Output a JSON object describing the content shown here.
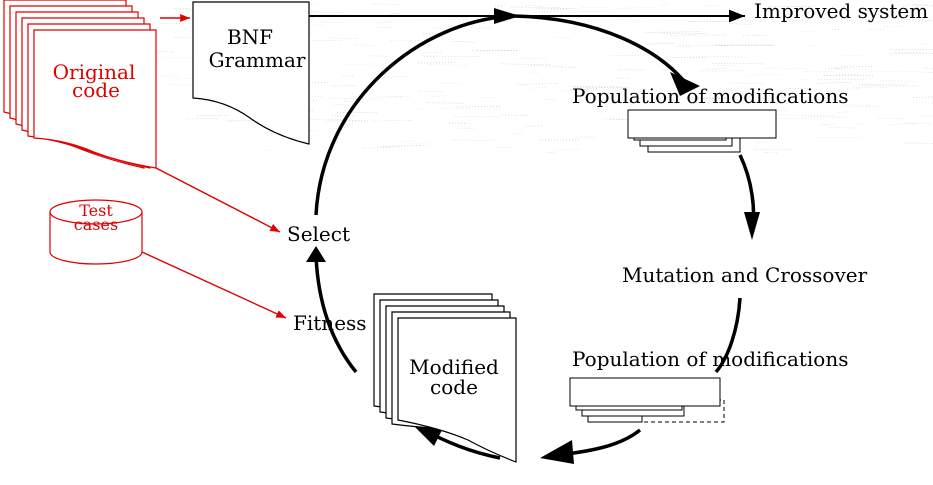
{
  "labels": {
    "original_line1": "Original",
    "original_line2": "code",
    "bnf_line1": "BNF",
    "bnf_line2": "Grammar",
    "improved": "Improved system",
    "population_top": "Population of modifications",
    "mutation": "Mutation and Crossover",
    "population_bottom": "Population of modifications",
    "modified_line1": "Modified",
    "modified_line2": "code",
    "select": "Select",
    "fitness": "Fitness",
    "test_line1": "Test",
    "test_line2": "cases"
  },
  "colors": {
    "red": "#e00000",
    "black": "#000000",
    "streak": "#8b5a2b"
  }
}
